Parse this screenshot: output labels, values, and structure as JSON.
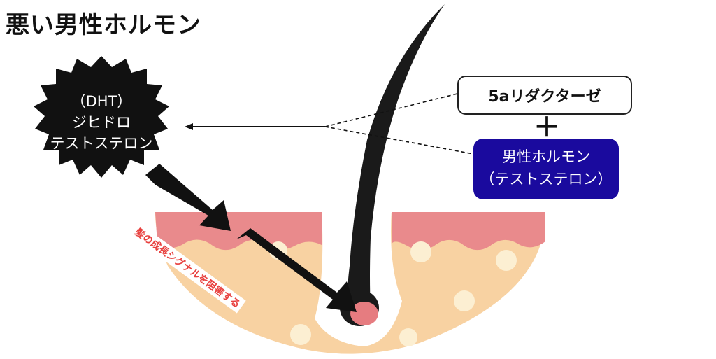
{
  "title": "悪い男性ホルモン",
  "dht": {
    "lines": [
      "（DHT）",
      "ジヒドロ",
      "テストステロン"
    ]
  },
  "enzyme": {
    "label": "5aリダクターゼ"
  },
  "plus": "＋",
  "hormone": {
    "lines": [
      "男性ホルモン",
      "（テストステロン）"
    ]
  },
  "signal": {
    "label": "髪の成長シグナルを阻害する"
  },
  "colors": {
    "badge": "#111111",
    "hormone_box": "#1a0a9e",
    "skin_pink": "#e98a8c",
    "tissue": "#f8d2a2",
    "fat_cell": "#fcefd2",
    "hair": "#1a1a1a",
    "bulb": "#e67c80",
    "signal_text": "#e8413f"
  },
  "icons": {
    "badge": "starburst-badge-icon",
    "arrow": "black-arrow-icon"
  }
}
